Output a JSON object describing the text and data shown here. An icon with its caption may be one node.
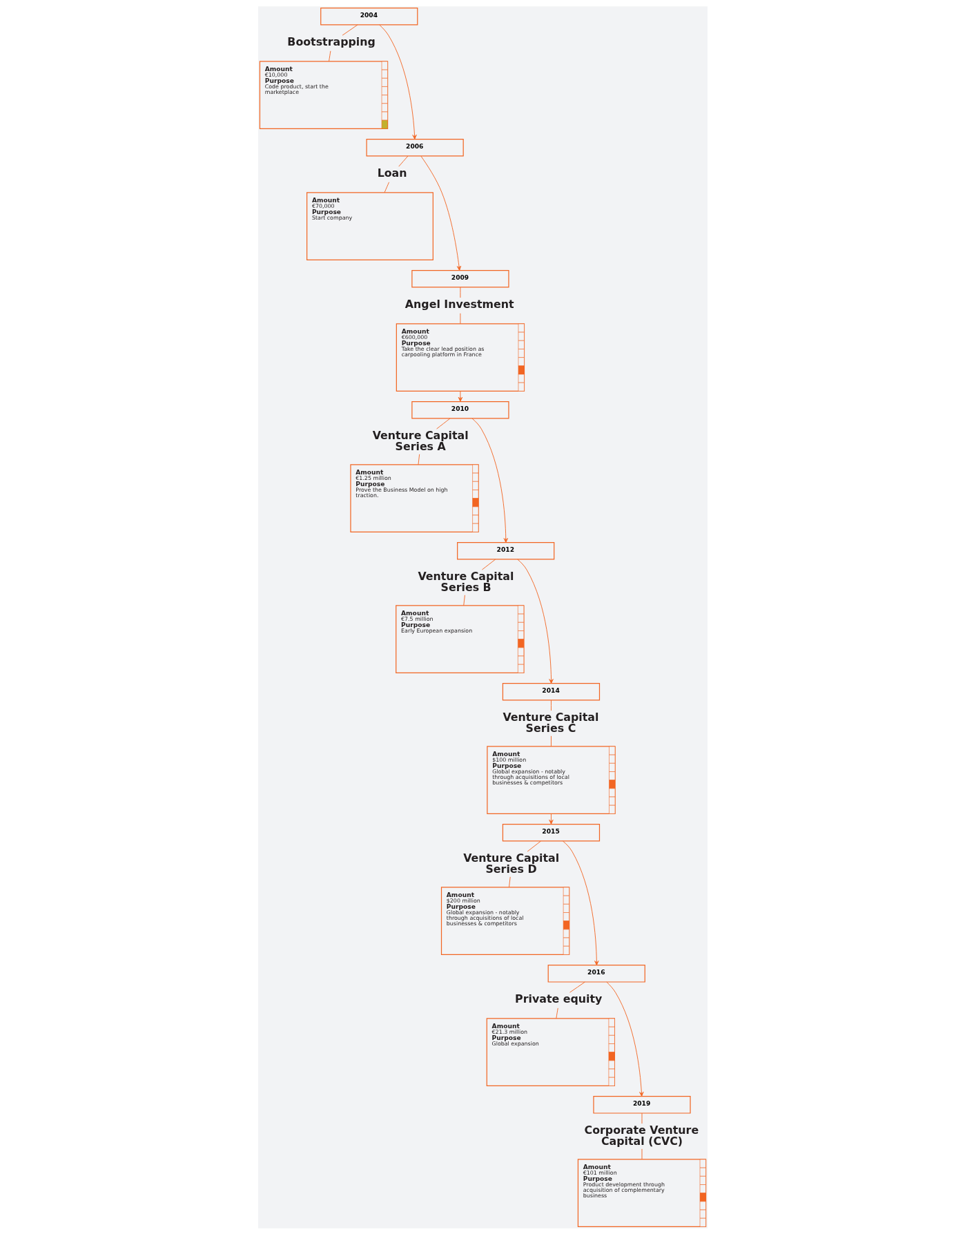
{
  "diagram": {
    "nodes": [
      {
        "text": [
          "2004"
        ]
      },
      {
        "text": [
          "Bootstrapping"
        ]
      },
      {
        "text": [
          "Amount",
          "€10,000",
          "Purpose",
          "Code product, start the marketplace"
        ]
      },
      {
        "text": [
          "2006"
        ]
      },
      {
        "text": [
          "Loan"
        ]
      },
      {
        "text": [
          "Amount",
          "€70,000",
          "Purpose",
          "Start company"
        ]
      },
      {
        "text": [
          "2009"
        ]
      },
      {
        "text": [
          "Angel Investment"
        ]
      },
      {
        "text": [
          "Amount",
          "€600,000",
          "Purpose",
          "Take the clear lead position as carpooling platform in France"
        ]
      },
      {
        "text": [
          "2010"
        ]
      },
      {
        "text": [
          "Venture Capital Series A"
        ]
      },
      {
        "text": [
          "Amount",
          "€1.25 million",
          "Purpose",
          "Prove the Business Model on high traction."
        ]
      },
      {
        "text": [
          "2012"
        ]
      },
      {
        "text": [
          "Venture Capital Series B"
        ]
      },
      {
        "text": [
          "Amount",
          "€7.5 million",
          "Purpose",
          "Early European expansion"
        ]
      },
      {
        "text": [
          "2014"
        ]
      },
      {
        "text": [
          "Venture Capital Series C"
        ]
      },
      {
        "text": [
          "Amount",
          "$100 million",
          "Purpose",
          "Global expansion - notably through acquisitions of local businesses & competitors"
        ]
      },
      {
        "text": [
          "2015"
        ]
      },
      {
        "text": [
          "Venture Capital Series D"
        ]
      },
      {
        "text": [
          "Amount",
          "$200 million",
          "Purpose",
          "Global expansion - notably through acquisitions of local businesses & competitors"
        ]
      },
      {
        "text": [
          "2016"
        ]
      },
      {
        "text": [
          "Private equity"
        ]
      },
      {
        "text": [
          "Amount",
          "€21.3 million",
          "Purpose",
          "Global expansion"
        ]
      },
      {
        "text": [
          "2019"
        ]
      },
      {
        "text": [
          "Corporate Venture Capital (CVC)"
        ]
      },
      {
        "text": [
          "Amount",
          "€101 million",
          "Purpose",
          "Product development through acquisition of complementary business"
        ]
      }
    ],
    "edges": [
      {
        "from": 0,
        "to": 1,
        "arrow": "none"
      },
      {
        "from": 1,
        "to": 2,
        "arrow": "none"
      },
      {
        "from": 3,
        "to": 4,
        "arrow": "none"
      },
      {
        "from": 4,
        "to": 5,
        "arrow": "none"
      },
      {
        "from": 6,
        "to": 7,
        "arrow": "none"
      },
      {
        "from": 7,
        "to": 8,
        "arrow": "none"
      },
      {
        "from": 9,
        "to": 10,
        "arrow": "none"
      },
      {
        "from": 10,
        "to": 11,
        "arrow": "none"
      },
      {
        "from": 12,
        "to": 13,
        "arrow": "none"
      },
      {
        "from": 13,
        "to": 14,
        "arrow": "none"
      },
      {
        "from": 15,
        "to": 16,
        "arrow": "none"
      },
      {
        "from": 16,
        "to": 17,
        "arrow": "none"
      },
      {
        "from": 18,
        "to": 19,
        "arrow": "none"
      },
      {
        "from": 19,
        "to": 20,
        "arrow": "none"
      },
      {
        "from": 21,
        "to": 22,
        "arrow": "none"
      },
      {
        "from": 22,
        "to": 23,
        "arrow": "none"
      },
      {
        "from": 24,
        "to": 25,
        "arrow": "none"
      },
      {
        "from": 25,
        "to": 26,
        "arrow": "none"
      },
      {
        "from": 0,
        "to": 3,
        "arrow": "to"
      },
      {
        "from": 3,
        "to": 6,
        "arrow": "to"
      },
      {
        "from": 8,
        "to": 9,
        "arrow": "to"
      },
      {
        "from": 9,
        "to": 12,
        "arrow": "to"
      },
      {
        "from": 12,
        "to": 15,
        "arrow": "to"
      },
      {
        "from": 17,
        "to": 18,
        "arrow": "to"
      },
      {
        "from": 18,
        "to": 21,
        "arrow": "to"
      },
      {
        "from": 21,
        "to": 24,
        "arrow": "to"
      }
    ]
  }
}
